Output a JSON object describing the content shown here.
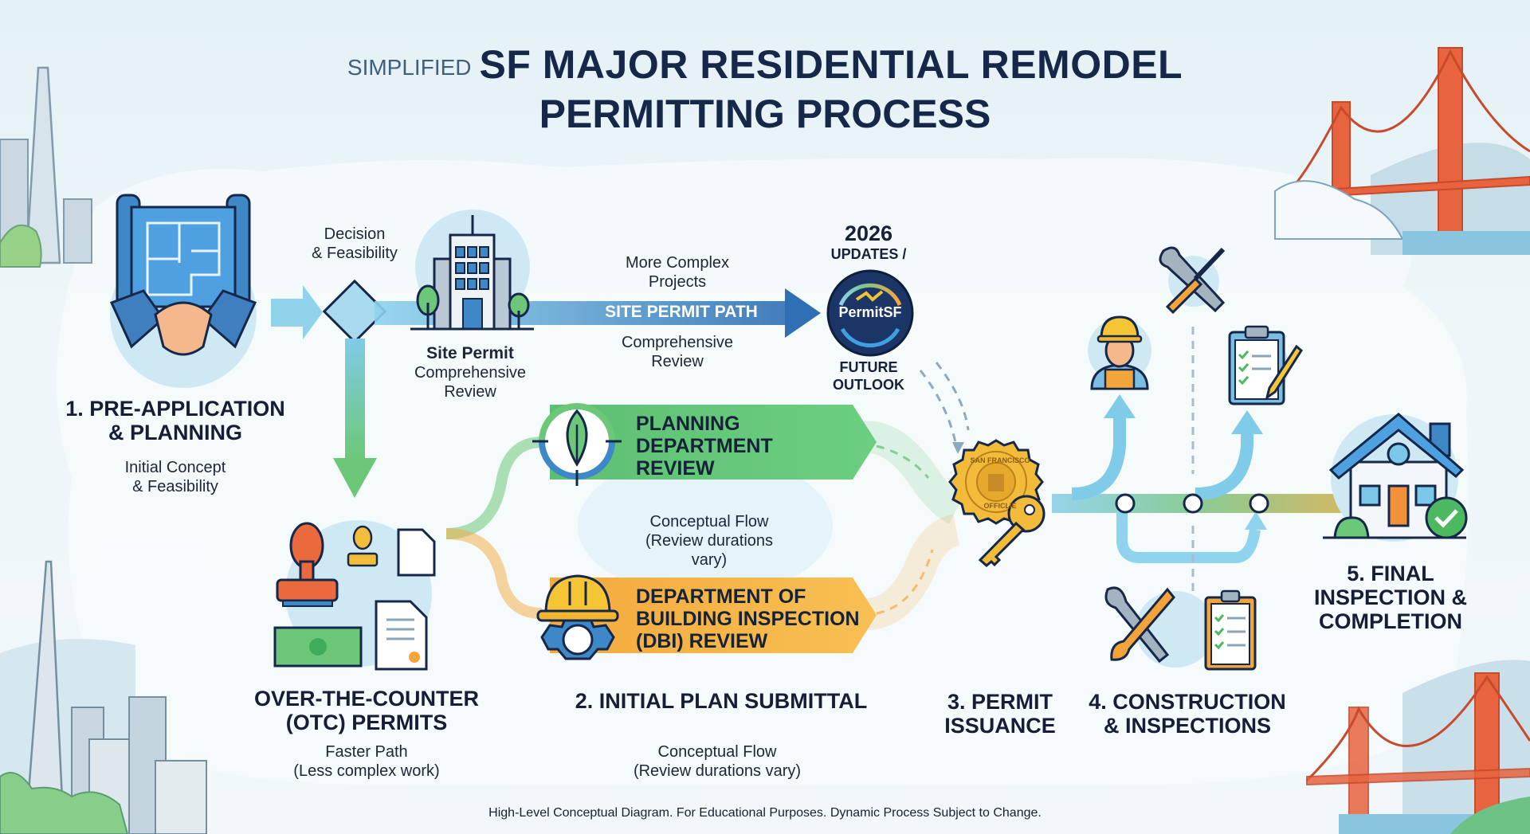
{
  "header": {
    "prefix": "SIMPLIFIED",
    "title_line1": "SF MAJOR RESIDENTIAL REMODEL",
    "title_line2": "PERMITTING PROCESS"
  },
  "steps": {
    "pre_application": {
      "title_line1": "1. PRE-APPLICATION",
      "title_line2": "& PLANNING",
      "subtitle_line1": "Initial Concept",
      "subtitle_line2": "& Feasibility",
      "icon": "handshake-blueprint-icon"
    },
    "initial_plan": {
      "title": "2. INITIAL PLAN SUBMITTAL",
      "subtitle_line1": "Conceptual Flow",
      "subtitle_line2": "(Review durations vary)"
    },
    "permit_issuance": {
      "title_line1": "3. PERMIT",
      "title_line2": "ISSUANCE",
      "seal_top": "SAN FRANCISCO",
      "seal_bottom": "OFFICLIE",
      "icon": "seal-key-icon"
    },
    "construction": {
      "title_line1": "4. CONSTRUCTION",
      "title_line2": "& INSPECTIONS",
      "icon": "tools-clipboard-icon"
    },
    "final": {
      "title_line1": "5. FINAL",
      "title_line2": "INSPECTION &",
      "title_line3": "COMPLETION",
      "icon": "house-check-icon"
    }
  },
  "decision": {
    "label_line1": "Decision",
    "label_line2": "& Feasibility"
  },
  "site_permit": {
    "title": "Site Permit",
    "sub_line1": "Comprehensive",
    "sub_line2": "Review",
    "path_label": "SITE PERMIT PATH",
    "above_line1": "More Complex",
    "above_line2": "Projects",
    "below_line1": "Comprehensive",
    "below_line2": "Review"
  },
  "permitsf": {
    "top_line1": "2026",
    "top_line2": "UPDATES /",
    "badge_text": "PermitSF",
    "bottom_line1": "FUTURE",
    "bottom_line2": "OUTLOOK"
  },
  "otc": {
    "title_line1": "OVER-THE-COUNTER",
    "title_line2": "(OTC) PERMITS",
    "sub_line1": "Faster Path",
    "sub_line2": "(Less complex work)"
  },
  "reviews": {
    "planning": {
      "line1": "PLANNING",
      "line2": "DEPARTMENT",
      "line3": "REVIEW"
    },
    "dbi": {
      "line1": "DEPARTMENT OF",
      "line2": "BUILDING INSPECTION",
      "line3": "(DBI) REVIEW"
    },
    "middle_line1": "Conceptual Flow",
    "middle_line2": "(Review durations vary)"
  },
  "footer": {
    "text": "High-Level Conceptual Diagram. For Educational Purposes. Dynamic Process Subject to Change."
  },
  "colors": {
    "navy": "#16284a",
    "green": "#5dbf72",
    "orange": "#f2a53a",
    "blue": "#3f88c8",
    "light_blue": "#7fcbe8",
    "bridge": "#e0613e"
  }
}
